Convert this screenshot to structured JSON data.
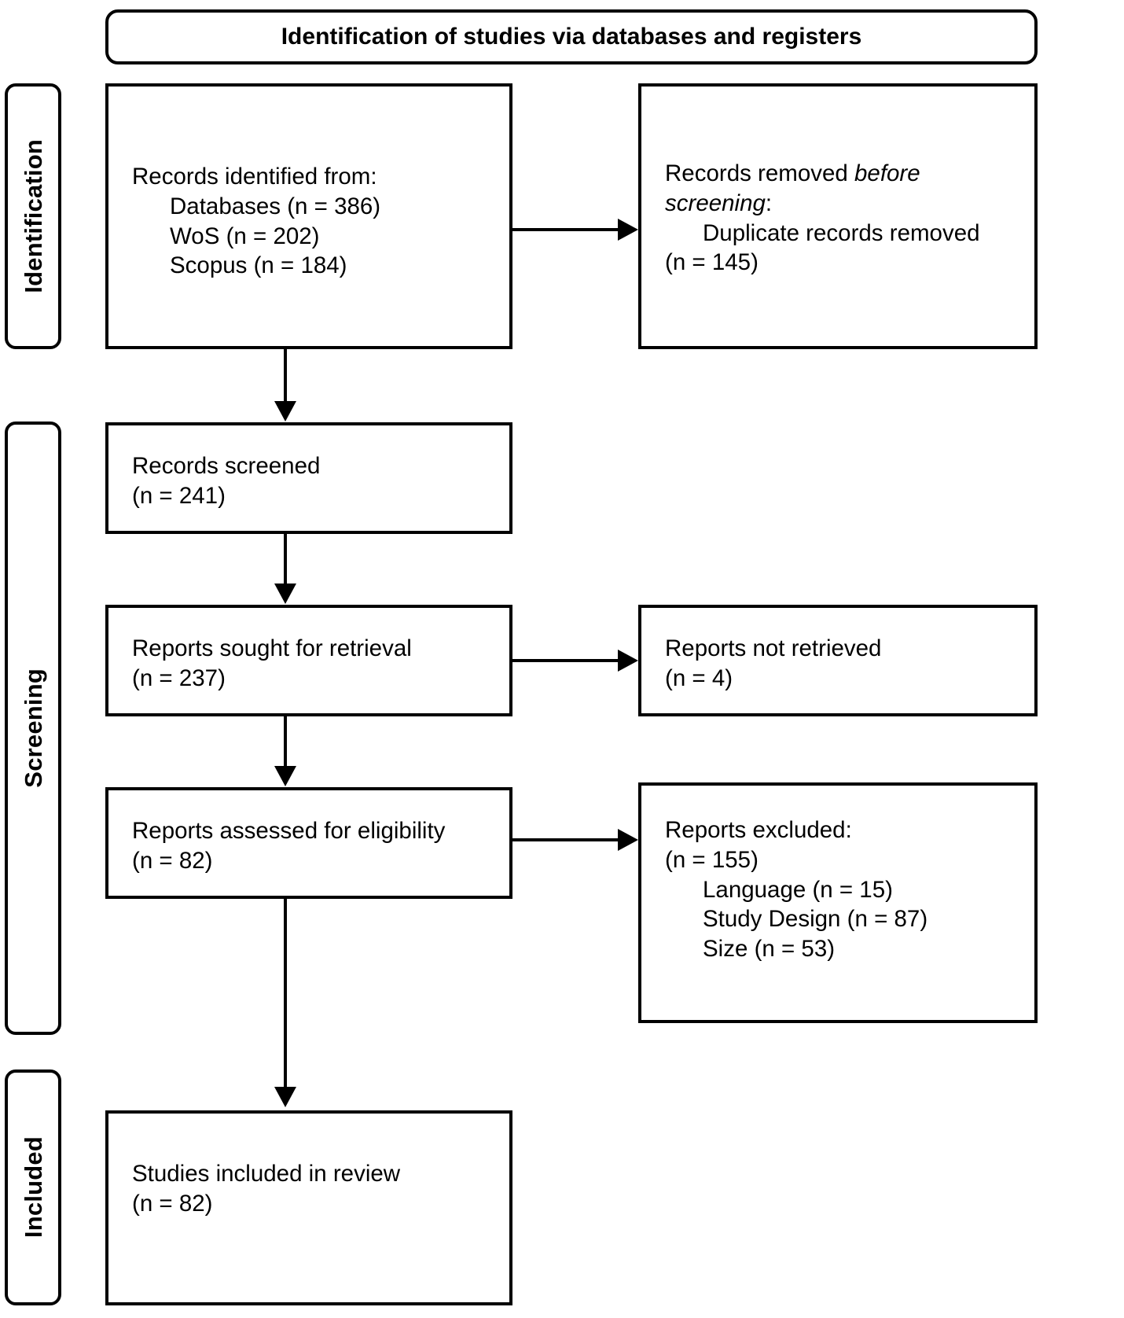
{
  "banner": {
    "title": "Identification of studies via databases and registers"
  },
  "stages": [
    {
      "key": "identification",
      "label": "Identification"
    },
    {
      "key": "screening",
      "label": "Screening"
    },
    {
      "key": "included",
      "label": "Included"
    }
  ],
  "boxes": {
    "records_identified": {
      "name": "records-identified-box",
      "lines": [
        {
          "text": "Records identified from:",
          "indent": false
        },
        {
          "text": "Databases (n = 386)",
          "indent": true
        },
        {
          "text": "WoS (n = 202)",
          "indent": true
        },
        {
          "text": "Scopus (n = 184)",
          "indent": true
        }
      ]
    },
    "records_removed": {
      "name": "records-removed-box",
      "lines": [
        {
          "pre": "Records removed ",
          "italic": "before",
          "indent": false
        },
        {
          "italic": "screening",
          "post": ":",
          "indent": false
        },
        {
          "text": "Duplicate records removed",
          "indent": true
        },
        {
          "text": "(n = 145)",
          "indent": false
        }
      ]
    },
    "records_screened": {
      "name": "records-screened-box",
      "lines": [
        {
          "text": "Records screened",
          "indent": false
        },
        {
          "text": "(n = 241)",
          "indent": false
        }
      ]
    },
    "reports_sought": {
      "name": "reports-sought-box",
      "lines": [
        {
          "text": "Reports sought for retrieval",
          "indent": false
        },
        {
          "text": "(n = 237)",
          "indent": false
        }
      ]
    },
    "reports_not_retrieved": {
      "name": "reports-not-retrieved-box",
      "lines": [
        {
          "text": "Reports not retrieved",
          "indent": false
        },
        {
          "text": "(n = 4)",
          "indent": false
        }
      ]
    },
    "reports_assessed": {
      "name": "reports-assessed-box",
      "lines": [
        {
          "text": "Reports assessed for eligibility",
          "indent": false
        },
        {
          "text": "(n = 82)",
          "indent": false
        }
      ]
    },
    "reports_excluded": {
      "name": "reports-excluded-box",
      "lines": [
        {
          "text": "Reports excluded:",
          "indent": false
        },
        {
          "text": "(n = 155)",
          "indent": false
        },
        {
          "text": "Language (n = 15)",
          "indent": true
        },
        {
          "text": "Study Design (n = 87)",
          "indent": true
        },
        {
          "text": "Size (n = 53)",
          "indent": true
        }
      ]
    },
    "studies_included": {
      "name": "studies-included-box",
      "lines": [
        {
          "text": "Studies included in review",
          "indent": false
        },
        {
          "text": "(n = 82)",
          "indent": false
        }
      ]
    }
  },
  "chart_data": {
    "type": "diagram",
    "title": "Identification of studies via databases and registers",
    "flow": [
      {
        "stage": "Identification",
        "node": "Records identified from: Databases",
        "n": 386
      },
      {
        "stage": "Identification",
        "node": "WoS",
        "n": 202
      },
      {
        "stage": "Identification",
        "node": "Scopus",
        "n": 184
      },
      {
        "stage": "Identification",
        "node": "Duplicate records removed",
        "n": 145
      },
      {
        "stage": "Screening",
        "node": "Records screened",
        "n": 241
      },
      {
        "stage": "Screening",
        "node": "Reports sought for retrieval",
        "n": 237
      },
      {
        "stage": "Screening",
        "node": "Reports not retrieved",
        "n": 4
      },
      {
        "stage": "Screening",
        "node": "Reports assessed for eligibility",
        "n": 82
      },
      {
        "stage": "Screening",
        "node": "Reports excluded",
        "n": 155
      },
      {
        "stage": "Screening",
        "node": "Excluded: Language",
        "n": 15
      },
      {
        "stage": "Screening",
        "node": "Excluded: Study Design",
        "n": 87
      },
      {
        "stage": "Screening",
        "node": "Excluded: Size",
        "n": 53
      },
      {
        "stage": "Included",
        "node": "Studies included in review",
        "n": 82
      }
    ],
    "colors": {
      "stroke": "#000000",
      "fill": "#ffffff",
      "text": "#000000"
    }
  }
}
